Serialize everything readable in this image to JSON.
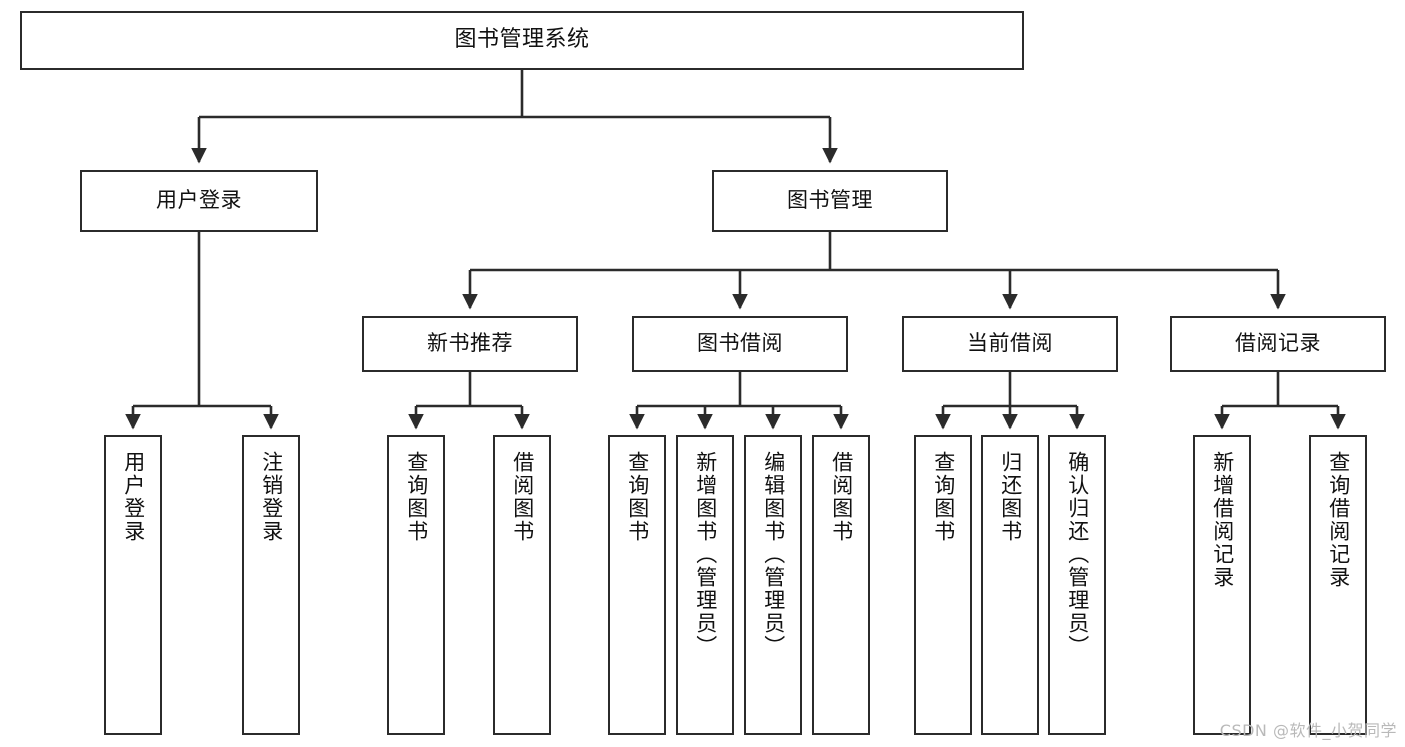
{
  "diagram": {
    "title": "图书管理系统",
    "type": "tree",
    "colors": {
      "box_border": "#2b2b2b",
      "box_fill": "#ffffff",
      "edge": "#2b2b2b",
      "text": "#111111",
      "watermark": "#b9b9b9",
      "background": "#ffffff"
    },
    "root": {
      "label": "图书管理系统",
      "orientation": "horizontal"
    },
    "level2": [
      {
        "id": "user-login",
        "label": "用户登录",
        "orientation": "horizontal"
      },
      {
        "id": "book-manage",
        "label": "图书管理",
        "orientation": "horizontal"
      }
    ],
    "level3": [
      {
        "id": "new-book-recommend",
        "label": "新书推荐",
        "orientation": "horizontal",
        "parent": "book-manage"
      },
      {
        "id": "book-borrow",
        "label": "图书借阅",
        "orientation": "horizontal",
        "parent": "book-manage"
      },
      {
        "id": "current-borrow",
        "label": "当前借阅",
        "orientation": "horizontal",
        "parent": "book-manage"
      },
      {
        "id": "borrow-record",
        "label": "借阅记录",
        "orientation": "horizontal",
        "parent": "book-manage"
      }
    ],
    "leaves": {
      "user-login": [
        {
          "id": "leaf-user-login",
          "label": "用户登录"
        },
        {
          "id": "leaf-user-logout",
          "label": "注销登录"
        }
      ],
      "new-book-recommend": [
        {
          "id": "leaf-query-book-1",
          "label": "查询图书"
        },
        {
          "id": "leaf-borrow-book-1",
          "label": "借阅图书"
        }
      ],
      "book-borrow": [
        {
          "id": "leaf-query-book-2",
          "label": "查询图书"
        },
        {
          "id": "leaf-add-book",
          "label": "新增图书（管理员）"
        },
        {
          "id": "leaf-edit-book",
          "label": "编辑图书（管理员）"
        },
        {
          "id": "leaf-borrow-book-2",
          "label": "借阅图书"
        }
      ],
      "current-borrow": [
        {
          "id": "leaf-query-book-3",
          "label": "查询图书"
        },
        {
          "id": "leaf-return-book",
          "label": "归还图书"
        },
        {
          "id": "leaf-confirm-return",
          "label": "确认归还（管理员）"
        }
      ],
      "borrow-record": [
        {
          "id": "leaf-add-record",
          "label": "新增借阅记录"
        },
        {
          "id": "leaf-query-record",
          "label": "查询借阅记录"
        }
      ]
    }
  },
  "watermark": {
    "text": "CSDN @软件_小贺同学"
  }
}
